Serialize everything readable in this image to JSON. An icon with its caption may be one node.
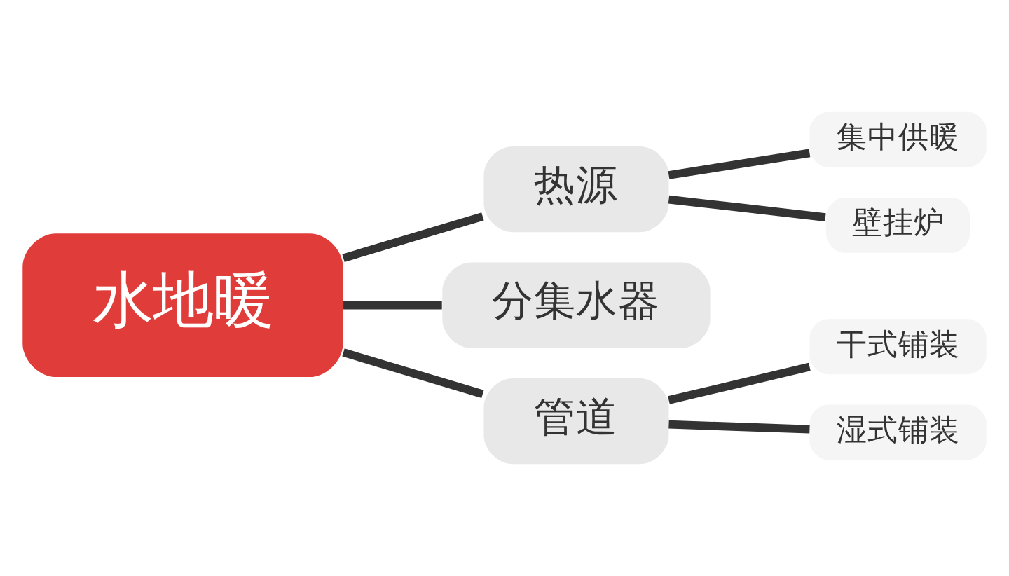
{
  "diagram": {
    "nodes": [
      {
        "text": [
          "水地暖"
        ]
      },
      {
        "text": [
          "热源"
        ]
      },
      {
        "text": [
          "集中供暖"
        ]
      },
      {
        "text": [
          "壁挂炉"
        ]
      },
      {
        "text": [
          "分集水器"
        ]
      },
      {
        "text": [
          "管道"
        ]
      },
      {
        "text": [
          "干式铺装"
        ]
      },
      {
        "text": [
          "湿式铺装"
        ]
      }
    ],
    "edges": [
      {
        "from": 0,
        "to": 1,
        "arrow": "none"
      },
      {
        "from": 1,
        "to": 2,
        "arrow": "none"
      },
      {
        "from": 1,
        "to": 3,
        "arrow": "none"
      },
      {
        "from": 0,
        "to": 4,
        "arrow": "none"
      },
      {
        "from": 0,
        "to": 5,
        "arrow": "none"
      },
      {
        "from": 5,
        "to": 6,
        "arrow": "none"
      },
      {
        "from": 5,
        "to": 7,
        "arrow": "none"
      }
    ]
  }
}
